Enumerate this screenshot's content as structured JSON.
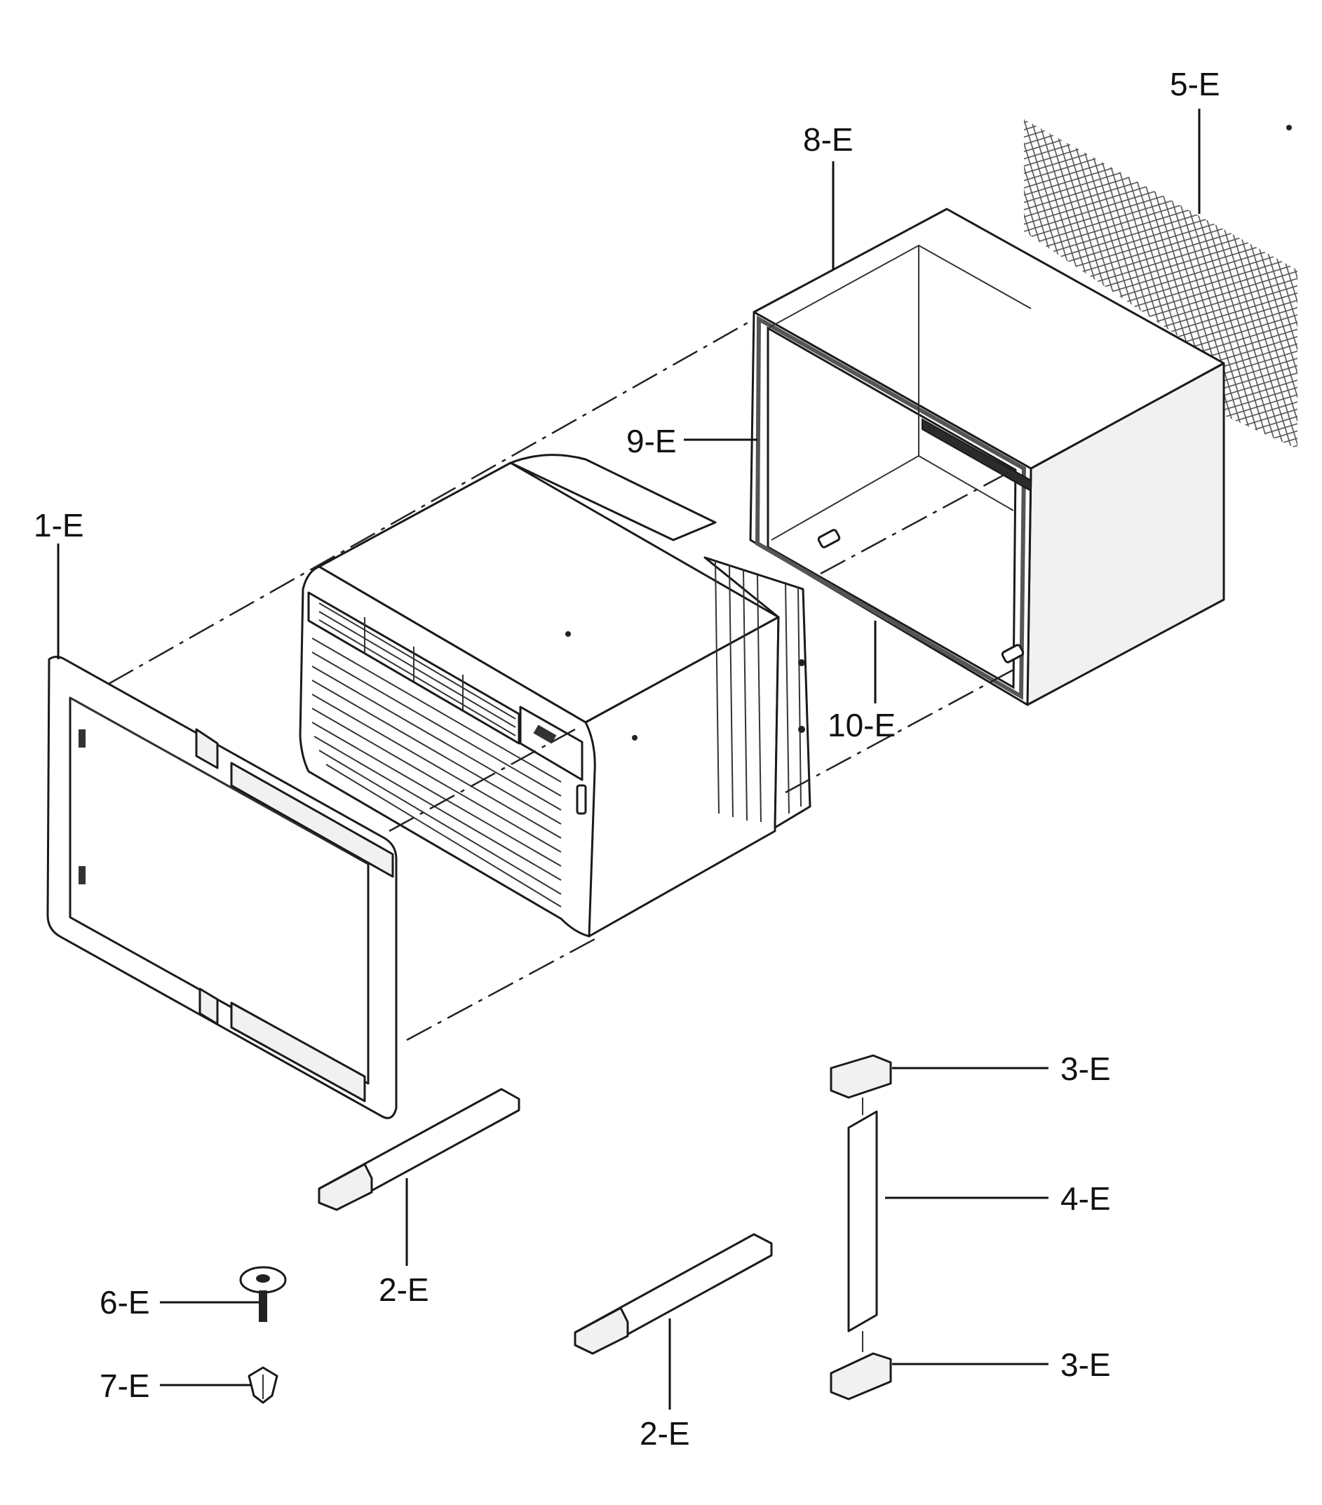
{
  "labels": {
    "part_1": "1-E",
    "part_2a": "2-E",
    "part_2b": "2-E",
    "part_3a": "3-E",
    "part_3b": "3-E",
    "part_4": "4-E",
    "part_5": "5-E",
    "part_6": "6-E",
    "part_7": "7-E",
    "part_8": "8-E",
    "part_9": "9-E",
    "part_10": "10-E"
  },
  "colors": {
    "line": "#1a1a1a",
    "background": "#ffffff"
  }
}
